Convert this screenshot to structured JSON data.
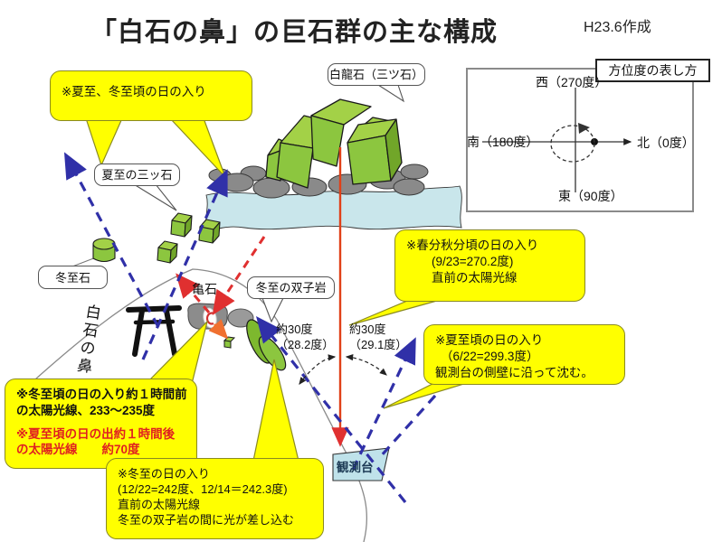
{
  "header": {
    "title": "「白石の鼻」の巨石群の主な構成",
    "created": "H23.6作成"
  },
  "compass": {
    "title": "方位度の表し方",
    "west": "西（270度）",
    "south": "南（180度）",
    "north": "北（0度）",
    "east": "東（90度）"
  },
  "labels": {
    "hakuryu": "白龍石（三ツ石）",
    "geshi_mitsuishi": "夏至の三ッ石",
    "toujiseki": "冬至石",
    "kameishi": "亀石",
    "futago": "冬至の双子岩",
    "kansokudai": "観測台",
    "cape": "白石の鼻"
  },
  "angles": {
    "left1": "約30度",
    "left2": "（28.2度）",
    "right1": "約30度",
    "right2": "（29.1度）"
  },
  "callouts": {
    "top_left": "※夏至、冬至頃の日の入り",
    "equinox": {
      "l1": "※春分秋分頃の日の入り",
      "l2": "(9/23=270.2度)",
      "l3": "直前の太陽光線"
    },
    "summer": {
      "l1": "※夏至頃の日の入り",
      "l2": "（6/22=299.3度）",
      "l3": "観測台の側壁に沿って沈む。"
    },
    "winter_before": {
      "b1": "※冬至頃の日の入り約１時間前",
      "b2": "の太陽光線、233～235度",
      "r1": "※夏至頃の日の出約１時間後",
      "r2": "の太陽光線　　約70度"
    },
    "winter_sunset": {
      "l1": "※冬至の日の入り",
      "l2": "(12/22=242度、12/14＝242.3度)",
      "l3": "直前の太陽光線",
      "l4": "冬至の双子岩の間に光が差し込む"
    }
  },
  "colors": {
    "callout_yellow": "#ffff00",
    "rock_green_top": "#a3d147",
    "rock_green_front": "#8cc63f",
    "rock_green_side": "#71a629",
    "water_blue": "#c9e6eb",
    "boulder_gray": "#8a8a8a",
    "arrow_navy": "#3030a8",
    "arrow_red": "#e03030",
    "line_orange_red": "#e04018",
    "platform_blue": "#bfe2ea",
    "red_text": "#e02020"
  }
}
